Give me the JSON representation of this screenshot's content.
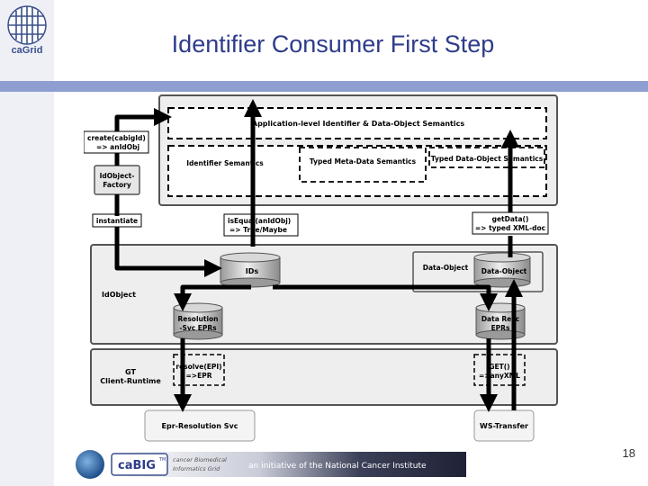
{
  "slide": {
    "title": "Identifier Consumer First Step",
    "page_number": "18"
  },
  "logo": {
    "text": "caGrid"
  },
  "diagram": {
    "app_semantics": "Application-level Identifier & Data-Object Semantics",
    "identifier_semantics": "Identifier Semantics",
    "typed_meta_data": "Typed Meta-Data Semantics",
    "typed_data_object": "Typed Data-Object Semantics",
    "create_1": "create(cabigId)",
    "create_2": "=> anIdObj",
    "factory_1": "IdObject-",
    "factory_2": "Factory",
    "instantiate": "instantiate",
    "isequal_1": "isEqual(anIdObj)",
    "isequal_2": "=> True/Maybe",
    "getdata_1": "getData()",
    "getdata_2": "=> typed XML-doc",
    "ids": "IDs",
    "data_object_label": "Data-Object",
    "data_object_cyl": "Data-Object",
    "idobject": "IdObject",
    "resolution_1": "Resolution",
    "resolution_2": "-Svc EPRs",
    "data_resc_1": "Data Resc",
    "data_resc_2": "EPRs",
    "gt_1": "GT",
    "gt_2": "Client-Runtime",
    "resolve_1": "resolve(EPI)",
    "resolve_2": "=>EPR",
    "get_1": "GET()",
    "get_2": "=>anyXML",
    "epr_svc": "Epr-Resolution Svc",
    "ws_transfer": "WS-Transfer"
  },
  "footer": {
    "brand": "caBIG",
    "brand_tm": "TM",
    "sub_1": "cancer Biomedical",
    "sub_2": "Informatics Grid",
    "tagline": "an initiative of the National Cancer Institute"
  },
  "colors": {
    "title": "#2f3c8a",
    "accent_bar": "#8f9ed0",
    "panel_fill": "#eeeeee",
    "panel_border": "#555555",
    "banner_dark": "#2b2f44"
  }
}
